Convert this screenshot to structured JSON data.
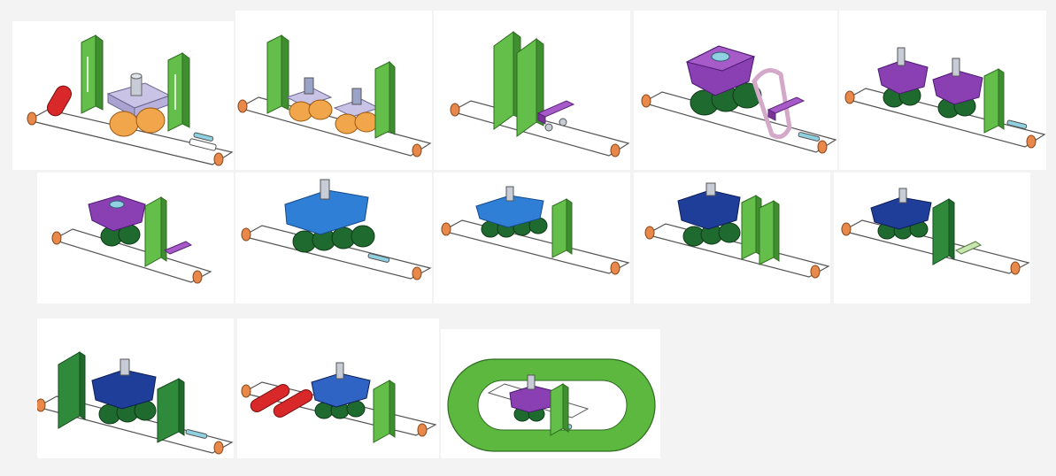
{
  "figure": {
    "panel_count": 13,
    "rows": [
      5,
      5,
      3
    ]
  },
  "colors": {
    "background": "#f2f3f2",
    "panel": "#ffffff",
    "conveyor_belt": "#ffffff",
    "conveyor_outline": "#555555",
    "roller_end": "#e8884a",
    "light_green_plate": "#64bf4a",
    "dark_green_plate": "#2f8a3c",
    "green_track": "#5cb83f",
    "orange_cylinder": "#f2a64c",
    "red_cylinder": "#d8282a",
    "lavender_block": "#c9c3e6",
    "purple_block": "#8a3fb3",
    "blue_block": "#2f7fd6",
    "navy_block": "#1e3e9a",
    "dark_green_wheel": "#1f6a2f",
    "yellow_hub": "#e4e63e",
    "pink_belt": "#d4a8c8",
    "steel_shaft": "#c8ccd6",
    "slot": "#8fd1e0"
  },
  "panels": [
    {
      "name": "panel-1",
      "block": "lavender",
      "wheels": "orange",
      "plates": "light-green-2",
      "reds": 1
    },
    {
      "name": "panel-2",
      "block": "lavender-2",
      "wheels": "orange",
      "plates": "light-green-2",
      "reds": 0
    },
    {
      "name": "panel-3",
      "block": "none",
      "wheels": "none",
      "plates": "light-green-double",
      "reds": 0
    },
    {
      "name": "panel-4",
      "block": "purple",
      "wheels": "dark-green",
      "plates": "belt",
      "reds": 0
    },
    {
      "name": "panel-5",
      "block": "purple-2",
      "wheels": "dark-green",
      "plates": "light-green-1",
      "reds": 0
    },
    {
      "name": "panel-6",
      "block": "purple",
      "wheels": "dark-green",
      "plates": "light-green-1",
      "reds": 0
    },
    {
      "name": "panel-7",
      "block": "blue",
      "wheels": "dark-green",
      "plates": "none",
      "reds": 0
    },
    {
      "name": "panel-8",
      "block": "blue",
      "wheels": "dark-green",
      "plates": "light-green-1",
      "reds": 0
    },
    {
      "name": "panel-9",
      "block": "navy",
      "wheels": "dark-green",
      "plates": "light-green-double",
      "reds": 0
    },
    {
      "name": "panel-10",
      "block": "navy",
      "wheels": "dark-green",
      "plates": "dark-green-1",
      "reds": 0
    },
    {
      "name": "panel-11",
      "block": "navy",
      "wheels": "dark-green",
      "plates": "dark-green-2",
      "reds": 0
    },
    {
      "name": "panel-12",
      "block": "navy",
      "wheels": "dark-green",
      "plates": "dark-green-1",
      "reds": 2
    },
    {
      "name": "panel-13",
      "block": "purple",
      "wheels": "dark-green",
      "plates": "track",
      "reds": 0
    }
  ]
}
